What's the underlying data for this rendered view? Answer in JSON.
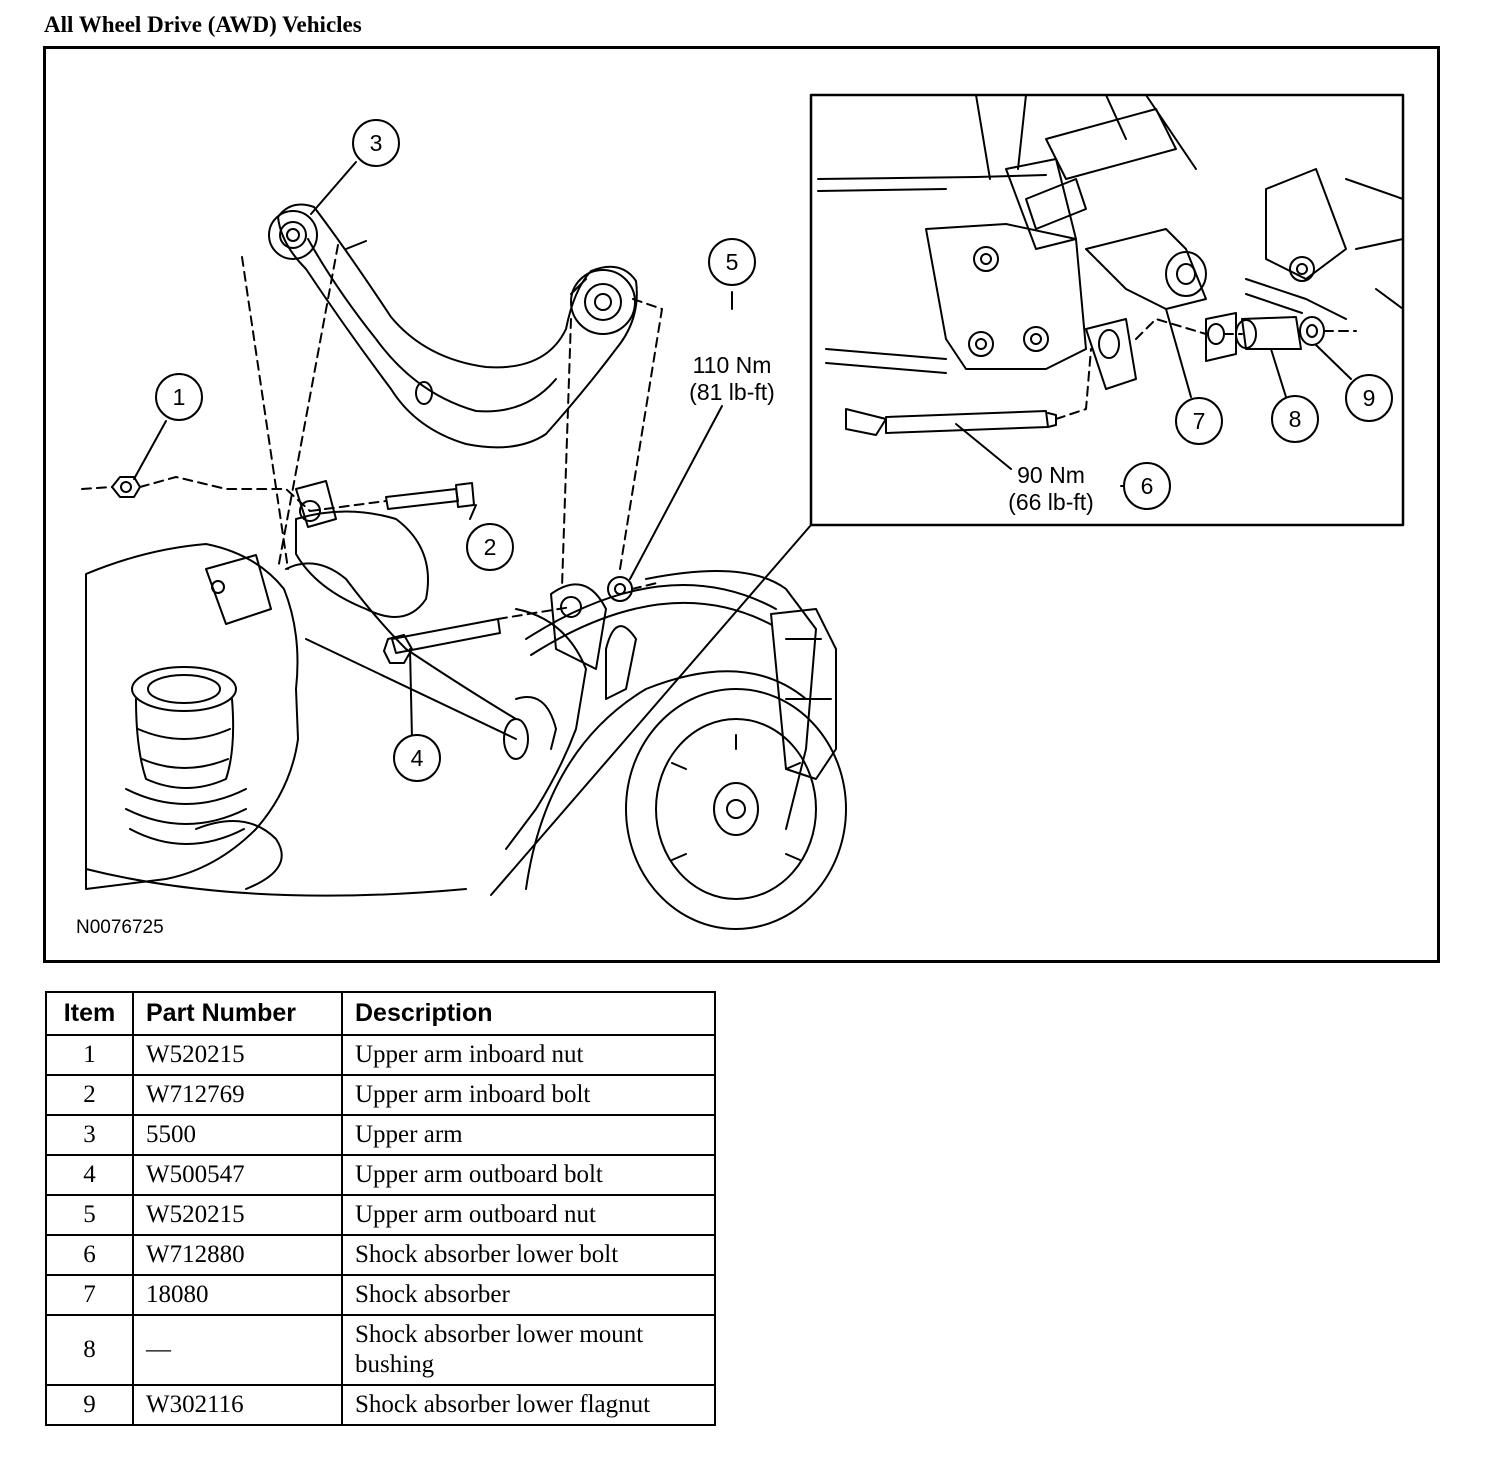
{
  "title": "All Wheel Drive (AWD) Vehicles",
  "figure": {
    "id": "N0076725",
    "callouts": [
      {
        "num": "1"
      },
      {
        "num": "2"
      },
      {
        "num": "3"
      },
      {
        "num": "4"
      },
      {
        "num": "5",
        "torque": "110 Nm",
        "torque_imperial": "(81 lb-ft)"
      },
      {
        "num": "6",
        "torque": "90 Nm",
        "torque_imperial": "(66 lb-ft)"
      },
      {
        "num": "7"
      },
      {
        "num": "8"
      },
      {
        "num": "9"
      }
    ]
  },
  "table": {
    "headers": [
      "Item",
      "Part Number",
      "Description"
    ],
    "rows": [
      [
        "1",
        "W520215",
        "Upper arm inboard nut"
      ],
      [
        "2",
        "W712769",
        "Upper arm inboard bolt"
      ],
      [
        "3",
        "5500",
        "Upper arm"
      ],
      [
        "4",
        "W500547",
        "Upper arm outboard bolt"
      ],
      [
        "5",
        "W520215",
        "Upper arm outboard nut"
      ],
      [
        "6",
        "W712880",
        "Shock absorber lower bolt"
      ],
      [
        "7",
        "18080",
        "Shock absorber"
      ],
      [
        "8",
        "—",
        "Shock absorber lower mount bushing"
      ],
      [
        "9",
        "W302116",
        "Shock absorber lower flagnut"
      ]
    ]
  }
}
